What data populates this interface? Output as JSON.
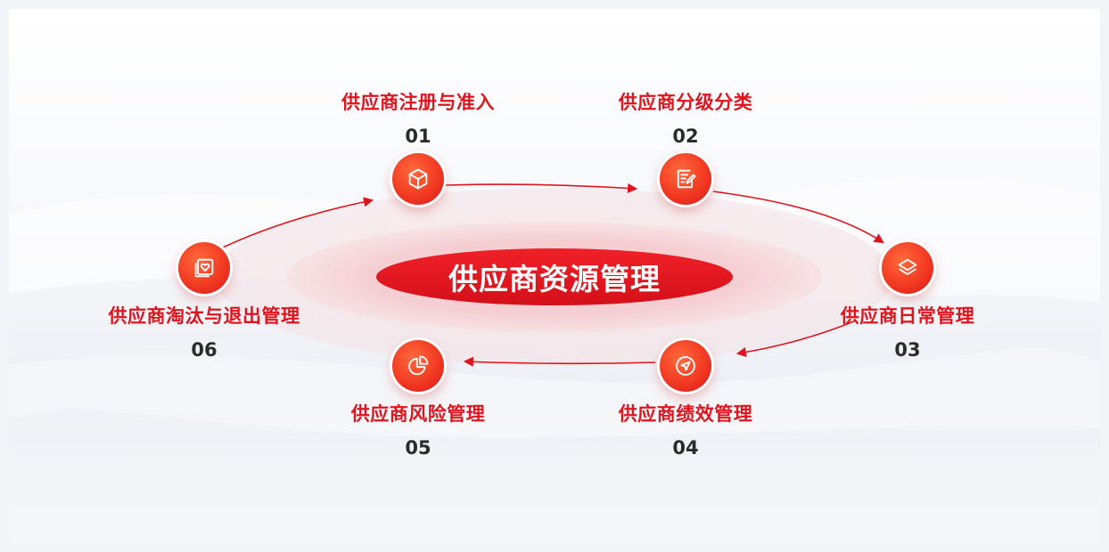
{
  "center": {
    "title": "供应商资源管理"
  },
  "steps": [
    {
      "label": "供应商注册与准入",
      "number": "01",
      "icon": "cube-icon"
    },
    {
      "label": "供应商分级分类",
      "number": "02",
      "icon": "document-edit-icon"
    },
    {
      "label": "供应商日常管理",
      "number": "03",
      "icon": "layers-icon"
    },
    {
      "label": "供应商绩效管理",
      "number": "04",
      "icon": "send-icon"
    },
    {
      "label": "供应商风险管理",
      "number": "05",
      "icon": "pie-chart-icon"
    },
    {
      "label": "供应商淘汰与退出管理",
      "number": "06",
      "icon": "heart-card-icon"
    }
  ],
  "colors": {
    "accent": "#e1141e",
    "number": "#2b2b2b",
    "background": "#f3f4f7"
  }
}
